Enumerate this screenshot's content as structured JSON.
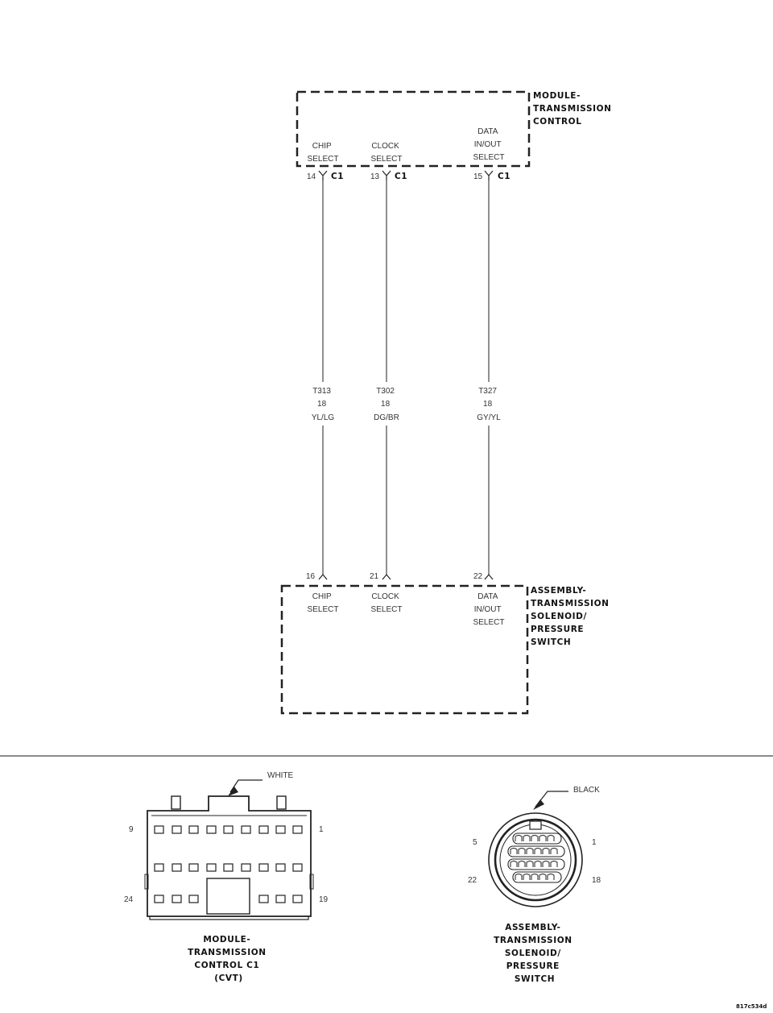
{
  "tcm": {
    "title": [
      "MODULE-",
      "TRANSMISSION",
      "CONTROL"
    ],
    "connector": "C1",
    "pins": [
      {
        "num": "14",
        "label": [
          "CHIP",
          "SELECT"
        ]
      },
      {
        "num": "13",
        "label": [
          "CLOCK",
          "SELECT"
        ]
      },
      {
        "num": "15",
        "label": [
          "DATA",
          "IN/OUT",
          "SELECT"
        ]
      }
    ]
  },
  "wires": [
    {
      "circuit": "T313",
      "gauge": "18",
      "color": "YL/LG"
    },
    {
      "circuit": "T302",
      "gauge": "18",
      "color": "DG/BR"
    },
    {
      "circuit": "T327",
      "gauge": "18",
      "color": "GY/YL"
    }
  ],
  "solenoid": {
    "title": [
      "ASSEMBLY-",
      "TRANSMISSION",
      "SOLENOID/",
      "PRESSURE",
      "SWITCH"
    ],
    "pins": [
      {
        "num": "16",
        "label": [
          "CHIP",
          "SELECT"
        ]
      },
      {
        "num": "21",
        "label": [
          "CLOCK",
          "SELECT"
        ]
      },
      {
        "num": "22",
        "label": [
          "DATA",
          "IN/OUT",
          "SELECT"
        ]
      }
    ]
  },
  "views": {
    "tcm_c1": {
      "color": "WHITE",
      "pins": {
        "top_left": "9",
        "top_right": "1",
        "bottom_left": "24",
        "bottom_right": "19"
      },
      "caption": [
        "MODULE-",
        "TRANSMISSION",
        "CONTROL C1",
        "(CVT)"
      ]
    },
    "solenoid_conn": {
      "color": "BLACK",
      "pins": {
        "top_left": "5",
        "top_right": "1",
        "bottom_left": "22",
        "bottom_right": "18"
      },
      "caption": [
        "ASSEMBLY-",
        "TRANSMISSION",
        "SOLENOID/",
        "PRESSURE",
        "SWITCH"
      ]
    }
  },
  "figure_id": "817c534d"
}
